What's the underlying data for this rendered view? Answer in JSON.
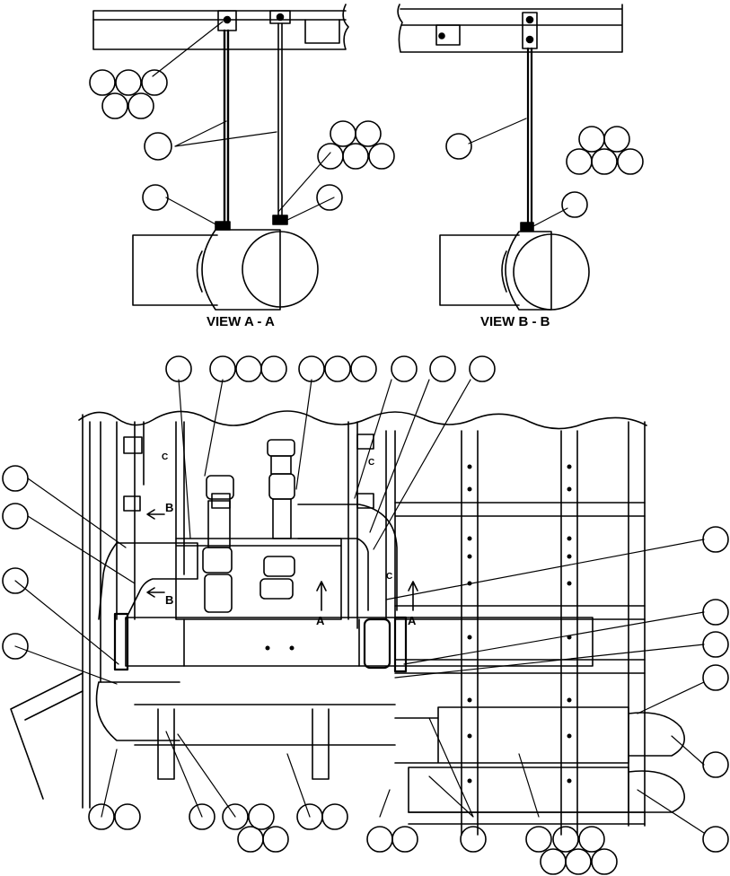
{
  "view_labels": {
    "aa": "VIEW A - A",
    "bb": "VIEW  B - B"
  },
  "section_marks": {
    "a": "A",
    "b": "B",
    "c": "C"
  }
}
